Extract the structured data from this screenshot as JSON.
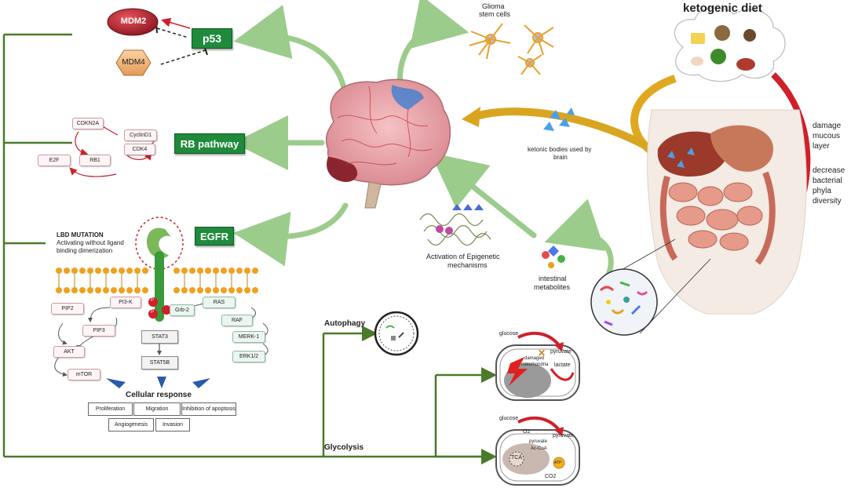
{
  "colors": {
    "green_line": "#4a7a2a",
    "green_box": "#1f8a3b",
    "red": "#d0202a",
    "diet_arrow": "#e8b020"
  },
  "receptors": {
    "mdm2": "MDM2",
    "mdm4": "MDM4",
    "p53": "p53"
  },
  "rb": {
    "title": "RB pathway",
    "cdkn2a": "CDKN2A",
    "cyclind1": "CyclinD1",
    "cdk4": "CDK4",
    "e2f": "E2F",
    "rb1": "RB1"
  },
  "egfr": {
    "title": "EGFR",
    "lbd_title": "LBD MUTATION",
    "lbd_line1": "Activating without ligand",
    "lbd_line2": "binding dimerization",
    "p1": "P",
    "p2": "P",
    "pip2": "PIP2",
    "pi3k": "PI3-K",
    "pip3": "PIP3",
    "akt": "AKT",
    "mtor": "mTOR",
    "stat3": "STAT3",
    "stat5b": "STAT5B",
    "grb2": "Grb-2",
    "ras": "RAS",
    "raf": "RAF",
    "merk1": "MERK-1",
    "erk": "ERK1/2"
  },
  "cellular": {
    "title": "Cellular response",
    "proliferation": "Proliferation",
    "migration": "Migration",
    "apoptosis": "Inhibition of apoptosis",
    "angiogenesis": "Angiogenesis",
    "invasion": "Invasion"
  },
  "glioma": {
    "line1": "Glioma",
    "line2": "stem cells"
  },
  "diet": {
    "title": "ketogenic diet",
    "effect1_l1": "damage",
    "effect1_l2": "mucous",
    "effect1_l3": "layer",
    "effect2_l1": "decrease",
    "effect2_l2": "bacterial",
    "effect2_l3": "phyla",
    "effect2_l4": "diversity"
  },
  "ketonic": {
    "line1": "ketonic bodies used by",
    "line2": "brain"
  },
  "epigenetic": {
    "line1": "Activation of Epigenetic",
    "line2": "mechanisms"
  },
  "intestinal": {
    "line1": "intestinal",
    "line2": "metabolites"
  },
  "autophagy": "Autophagy",
  "glycolysis": "Glycolysis",
  "mito1": {
    "glucose": "glucose",
    "pyruvate": "pyruvate",
    "lactate": "lactate",
    "damaged_l1": "damaged",
    "damaged_l2": "mitochondria"
  },
  "mito2": {
    "glucose": "glucose",
    "o2": "O2",
    "pyruvate": "pyruvate",
    "pyruvate2": "pyruvate",
    "acoa": "Ac-CoA",
    "tca": "TCA",
    "atp": "ATP",
    "co2": "CO2"
  }
}
